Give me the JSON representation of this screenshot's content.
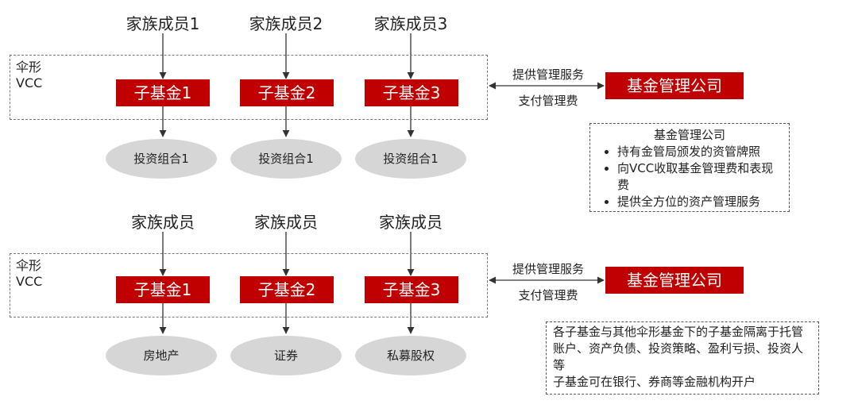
{
  "top": {
    "members": [
      "家族成员1",
      "家族成员2",
      "家族成员3"
    ],
    "vcc_label": "伞形VCC",
    "funds": [
      "子基金1",
      "子基金2",
      "子基金3"
    ],
    "portfolios": [
      "投资组合1",
      "投资组合1",
      "投资组合1"
    ],
    "arrow_top_label": "提供管理服务",
    "arrow_bottom_label": "支付管理费",
    "manager": "基金管理公司"
  },
  "note1": {
    "title": "基金管理公司",
    "items": [
      "持有金管局颁发的资管牌照",
      "向VCC收取基金管理费和表现费",
      "提供全方位的资产管理服务"
    ]
  },
  "bottom": {
    "members": [
      "家族成员",
      "家族成员",
      "家族成员"
    ],
    "vcc_label": "伞形VCC",
    "funds": [
      "子基金1",
      "子基金2",
      "子基金3"
    ],
    "assets": [
      "房地产",
      "证券",
      "私募股权"
    ],
    "arrow_top_label": "提供管理服务",
    "arrow_bottom_label": "支付管理费",
    "manager": "基金管理公司"
  },
  "note2": {
    "lines": [
      "各子基金与其他伞形基金下的子基金隔离于托管账户、资产负债、投资策略、盈利亏损、投资人等",
      "子基金可在银行、券商等金融机构开户"
    ]
  },
  "colors": {
    "fund_red": "#c00000",
    "portfolio_gray": "#d6d6d6"
  }
}
